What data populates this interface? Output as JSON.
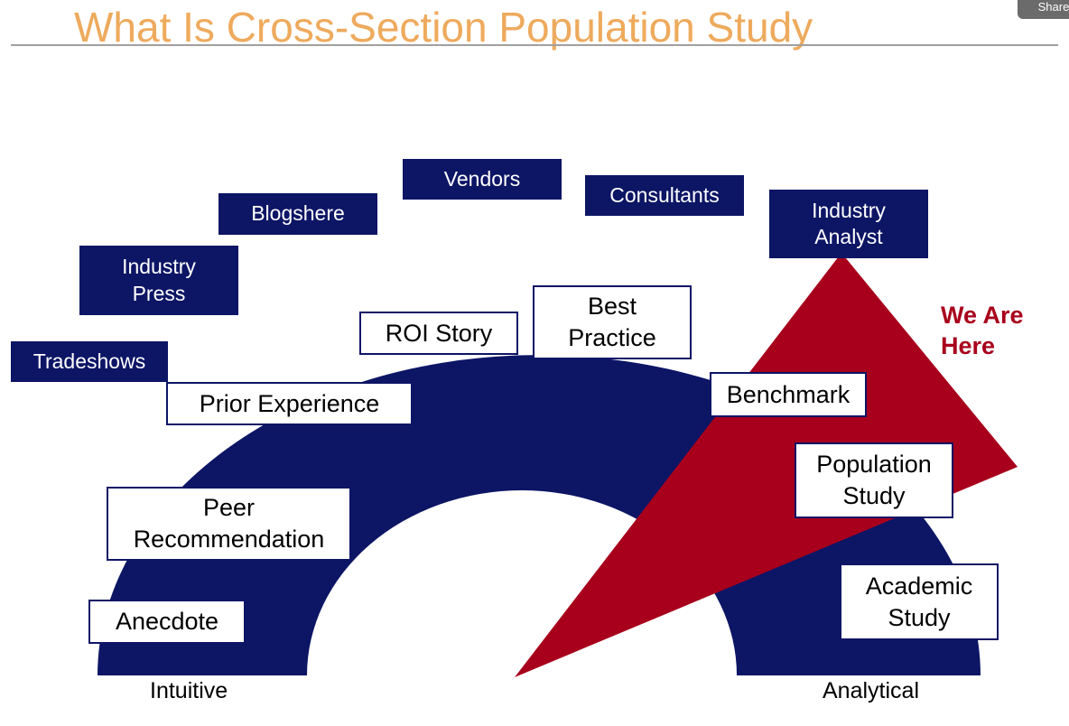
{
  "slide": {
    "title": "What Is Cross-Section Population Study",
    "share_label": "Share"
  },
  "colors": {
    "title": "#eeaa5c",
    "rule": "#a0a0a0",
    "arch": "#0d1565",
    "triangle": "#a8001c",
    "we_are_here": "#a8001c",
    "dark_box": "#0d1565",
    "share_button": "#6b6b6b"
  },
  "diagram": {
    "outer_boxes": {
      "tradeshows": "Tradeshows",
      "industry_press": "Industry\nPress",
      "blogshere": "Blogshere",
      "vendors": "Vendors",
      "consultants": "Consultants",
      "industry_analyst": "Industry\nAnalyst"
    },
    "arch_boxes": {
      "anecdote": "Anecdote",
      "peer_recommendation": "Peer\nRecommendation",
      "prior_experience": "Prior Experience",
      "roi_story": "ROI Story",
      "best_practice": "Best\nPractice",
      "benchmark": "Benchmark",
      "population_study": "Population\nStudy",
      "academic_study": "Academic\nStudy"
    },
    "callout": "We Are\nHere",
    "axis": {
      "left": "Intuitive",
      "right": "Analytical"
    }
  }
}
